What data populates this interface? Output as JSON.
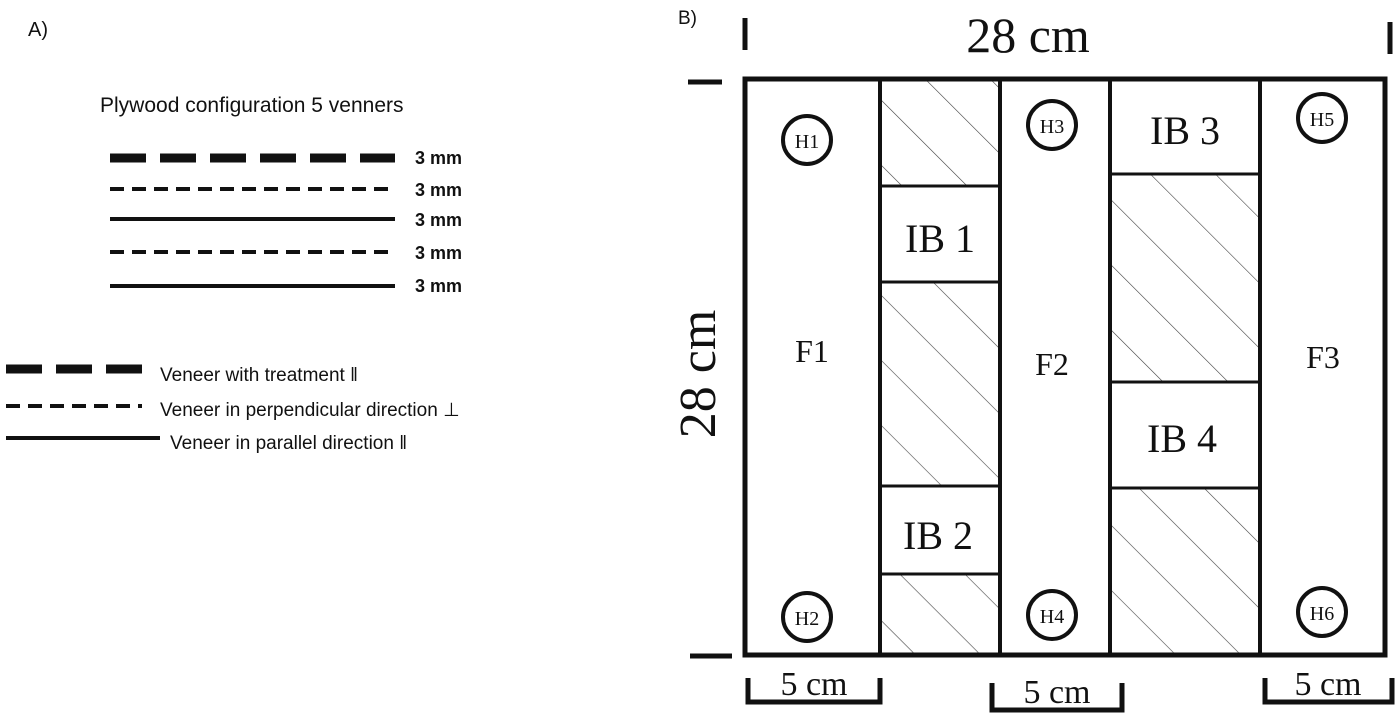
{
  "panel_a": {
    "label": "A)",
    "title": "Plywood configuration 5 venners",
    "layers": [
      {
        "style": "treatment",
        "thickness": "3 mm"
      },
      {
        "style": "perpendicular",
        "thickness": "3 mm"
      },
      {
        "style": "parallel",
        "thickness": "3 mm"
      },
      {
        "style": "perpendicular",
        "thickness": "3 mm"
      },
      {
        "style": "parallel",
        "thickness": "3 mm"
      }
    ],
    "legend": [
      {
        "style": "treatment",
        "text": "Veneer with treatment ‖"
      },
      {
        "style": "perpendicular",
        "text": "Veneer in perpendicular direction ⊥"
      },
      {
        "style": "parallel",
        "text": "Veneer in parallel direction ‖"
      }
    ]
  },
  "panel_b": {
    "label": "B)",
    "top_dimension": "28 cm",
    "side_dimension": "28 cm",
    "strips": [
      "F1",
      "F2",
      "F3"
    ],
    "internal_bond_samples": [
      "IB 1",
      "IB 2",
      "IB 3",
      "IB 4"
    ],
    "holes": [
      "H1",
      "H2",
      "H3",
      "H4",
      "H5",
      "H6"
    ],
    "bottom_dimensions": [
      "5 cm",
      "5 cm",
      "5 cm"
    ]
  },
  "colors": {
    "ink": "#111111",
    "hatch": "#444444",
    "background": "#ffffff"
  }
}
